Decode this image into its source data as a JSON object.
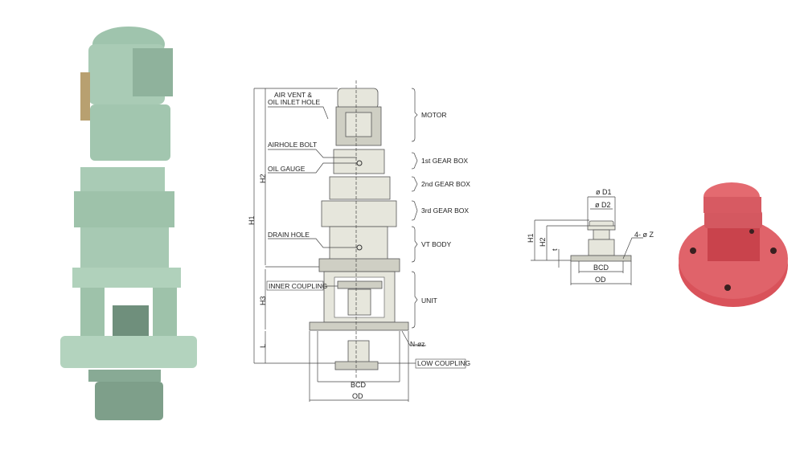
{
  "main_diagram": {
    "callouts": {
      "air_vent_line1": "AIR VENT &",
      "air_vent_line2": "OIL INLET HOLE",
      "airhole_bolt": "AIRHOLE BOLT",
      "oil_gauge": "OIL GAUGE",
      "drain_hole": "DRAIN HOLE",
      "inner_coupling": "INNER COUPLING",
      "low_coupling": "LOW COUPLING",
      "n_oz": "N-øz"
    },
    "sections": {
      "motor": "MOTOR",
      "gear1": "1st GEAR BOX",
      "gear2": "2nd GEAR BOX",
      "gear3": "3rd GEAR BOX",
      "vt_body": "VT BODY",
      "unit": "UNIT"
    },
    "dimensions": {
      "h1": "H1",
      "h2": "H2",
      "h3": "H3",
      "l": "L",
      "bcd": "BCD",
      "od": "OD"
    }
  },
  "coupling_diagram": {
    "d1": "ø D1",
    "d2": "ø D2",
    "h1": "H1",
    "h2": "H2",
    "t": "t",
    "holes": "4- ø Z",
    "bcd": "BCD",
    "od": "OD"
  },
  "colors": {
    "gearbox_green": "#a9cbb5",
    "coupling_red": "#d9525a"
  }
}
